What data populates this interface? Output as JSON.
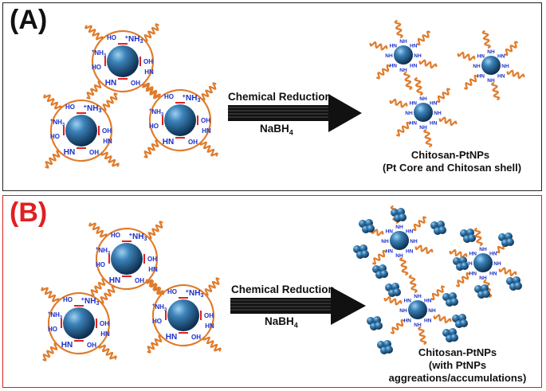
{
  "panelA": {
    "label": "(A)",
    "arrow_top_text": "Chemical Reduction",
    "arrow_bottom_text": "NaBH",
    "arrow_bottom_sub": "4",
    "caption_line1": "Chitosan-PtNPs",
    "caption_line2": "(Pt Core and Chitosan shell)"
  },
  "panelB": {
    "label": "(B)",
    "arrow_top_text": "Chemical Reduction",
    "arrow_bottom_text": "NaBH",
    "arrow_bottom_sub": "4",
    "caption_line1": "Chitosan-PtNPs",
    "caption_line2": "(with PtNPs",
    "caption_line3": "aggreations/accumulations)"
  },
  "group_text": {
    "amine": "NH",
    "amine_sub": "3",
    "amine_charge": "+",
    "hn": "HN",
    "hydroxyl": "HO",
    "oh": "OH"
  },
  "colors": {
    "chitosan_chain": "#e07b2a",
    "functional_groups": "#1a2fc9",
    "pt_core": "#1d5e8e",
    "interaction_marks": "#e02020",
    "panelB_border": "#d62020"
  }
}
